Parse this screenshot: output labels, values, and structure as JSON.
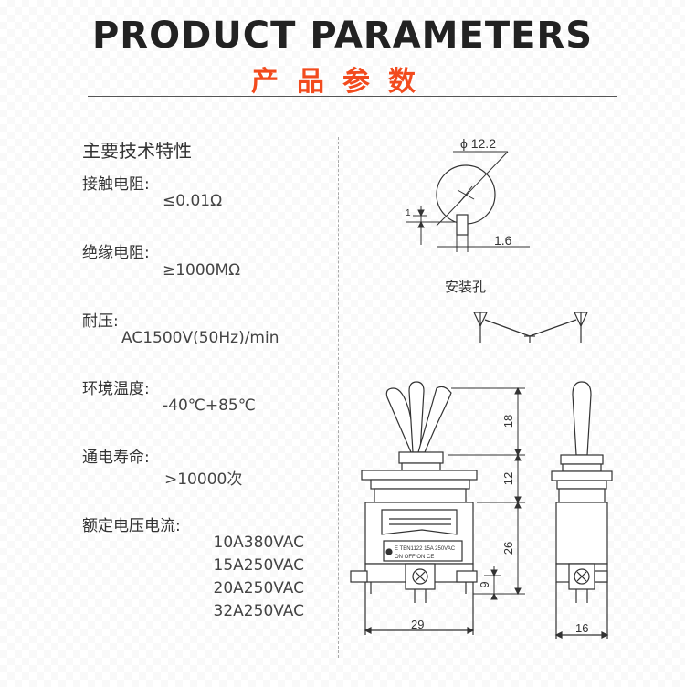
{
  "header": {
    "title_en": "PRODUCT PARAMETERS",
    "title_cn": "产品参数"
  },
  "specs": {
    "heading": "主要技术特性",
    "items": [
      {
        "label": "接触电阻:",
        "value": "≤0.01Ω"
      },
      {
        "label": "绝缘电阻:",
        "value": "≥1000MΩ"
      },
      {
        "label": "耐压:",
        "value": "AC1500V(50Hz)/min"
      },
      {
        "label": "环境温度:",
        "value": "-40℃+85℃"
      },
      {
        "label": "通电寿命:",
        "value": ">10000次"
      },
      {
        "label": "额定电压电流:",
        "values": [
          "10A380VAC",
          "15A250VAC",
          "20A250VAC",
          "32A250VAC"
        ]
      }
    ]
  },
  "drawing": {
    "hole_diameter": "ϕ 12.2",
    "flat_dimension": "1.6",
    "flat_depth": "1",
    "caption": "安装孔",
    "dim_lever": "18",
    "dim_bushing": "12",
    "dim_body": "26",
    "dim_terminal": "9",
    "dim_width": "29",
    "dim_depth": "16",
    "label_line1": "E TEN1122 15A 250VAC",
    "label_line2": "ON  OFF  ON  CE"
  },
  "colors": {
    "accent": "#f24a1d",
    "title": "#222222",
    "line": "#333333"
  }
}
